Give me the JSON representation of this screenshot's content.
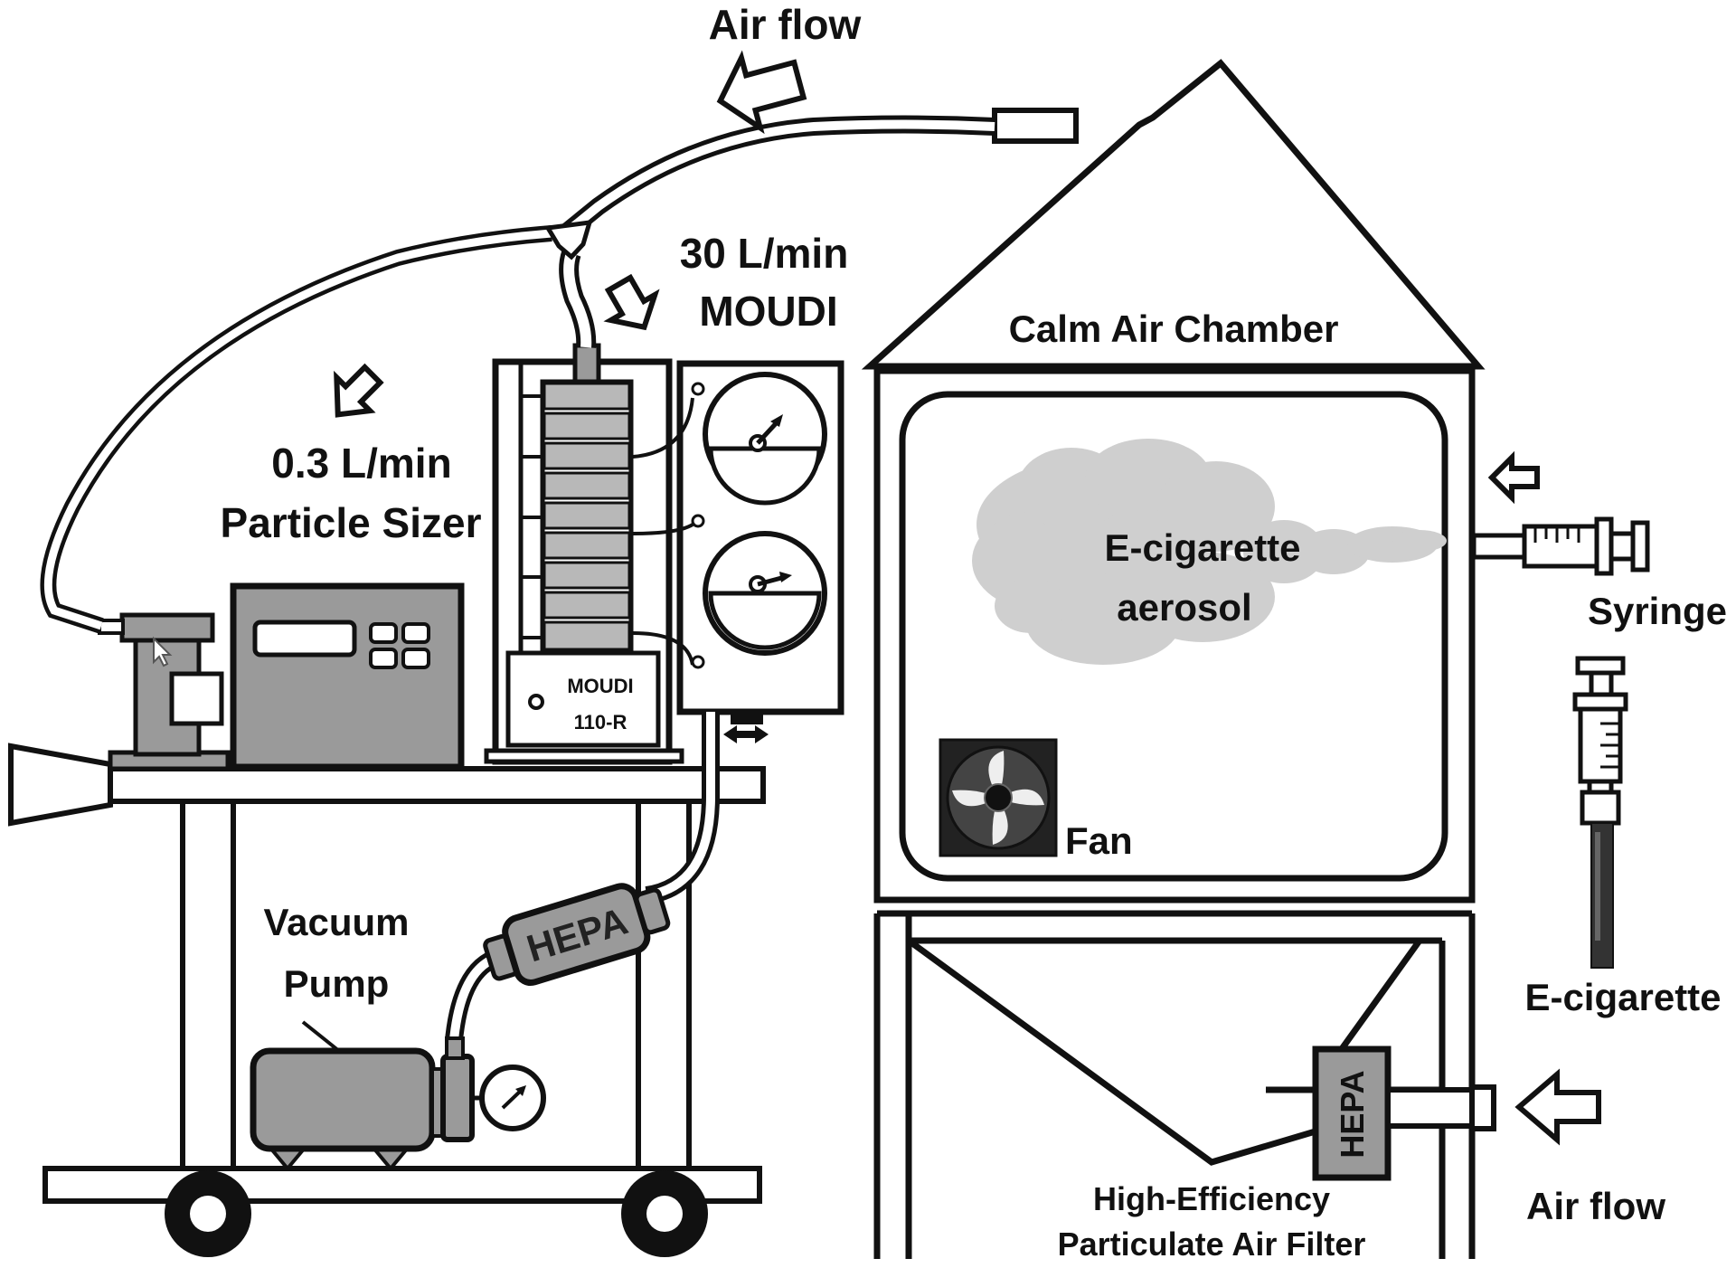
{
  "labels": {
    "air_flow_top": "Air flow",
    "moudi_flow_rate": "30 L/min",
    "moudi_name": "MOUDI",
    "sizer_flow_rate": "0.3 L/min",
    "sizer_name": "Particle Sizer",
    "chamber_title": "Calm Air Chamber",
    "aerosol_line1": "E-cigarette",
    "aerosol_line2": "aerosol",
    "syringe": "Syringe",
    "ecigarette": "E-cigarette",
    "fan": "Fan",
    "vacuum_line1": "Vacuum",
    "vacuum_line2": "Pump",
    "hepa_inline": "HEPA",
    "hepa_inlet": "HEPA",
    "moudi_model_line1": "MOUDI",
    "moudi_model_line2": "110-R",
    "hepa_full_line1": "High-Efficiency",
    "hepa_full_line2": "Particulate Air Filter",
    "air_flow_bottom": "Air flow"
  },
  "colors": {
    "outline": "#111111",
    "device_gray": "#9a9a9a",
    "light_gray": "#c8c8c8",
    "aerosol_gray": "#cfcfcf",
    "background": "#ffffff"
  }
}
